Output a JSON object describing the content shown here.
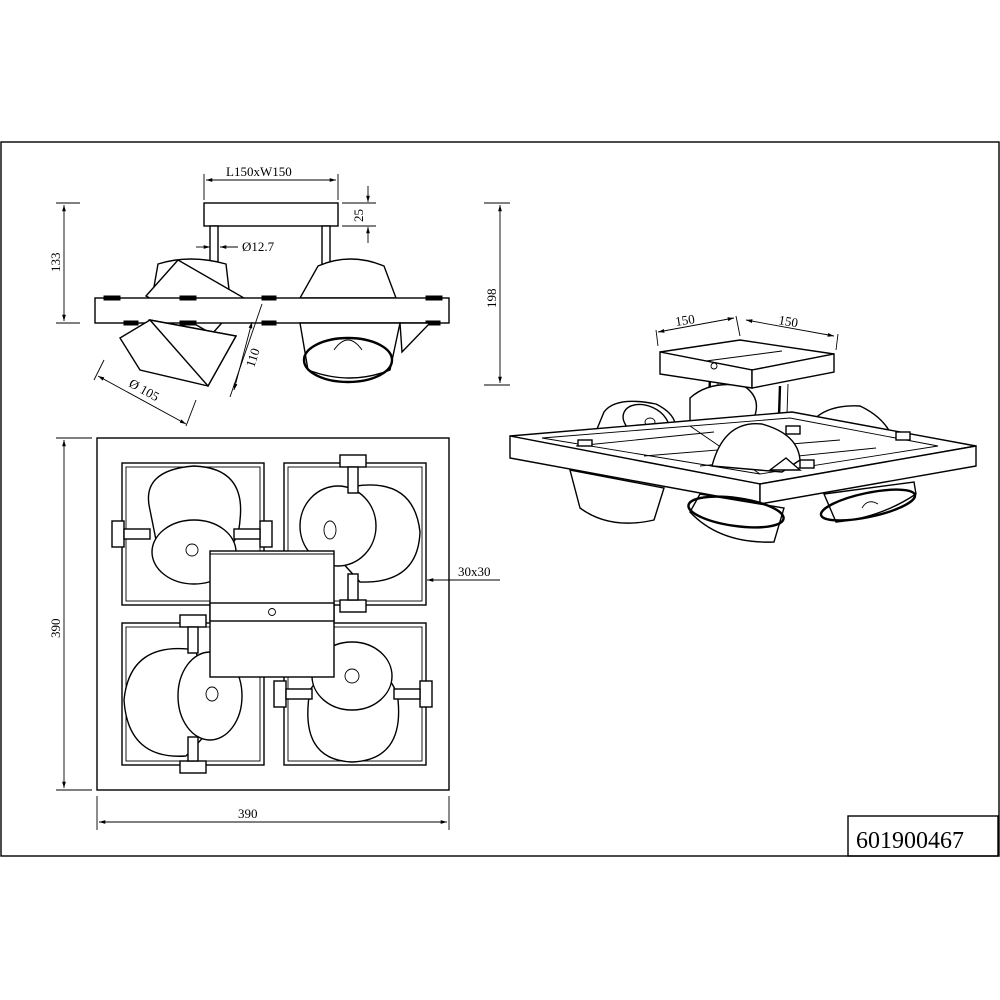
{
  "side_view": {
    "canopy_label": "L150xW150",
    "canopy_height": "25",
    "rod_diameter": "Ø12.7",
    "mount_height": "133",
    "total_height": "198",
    "shade_length": "110",
    "shade_diameter": "Ø 105"
  },
  "top_view": {
    "height_label": "390",
    "width_label": "390",
    "profile_label": "30x30"
  },
  "iso_view": {
    "canopy_length": "150",
    "canopy_width": "150"
  },
  "title_block": {
    "article_number": "601900467"
  }
}
